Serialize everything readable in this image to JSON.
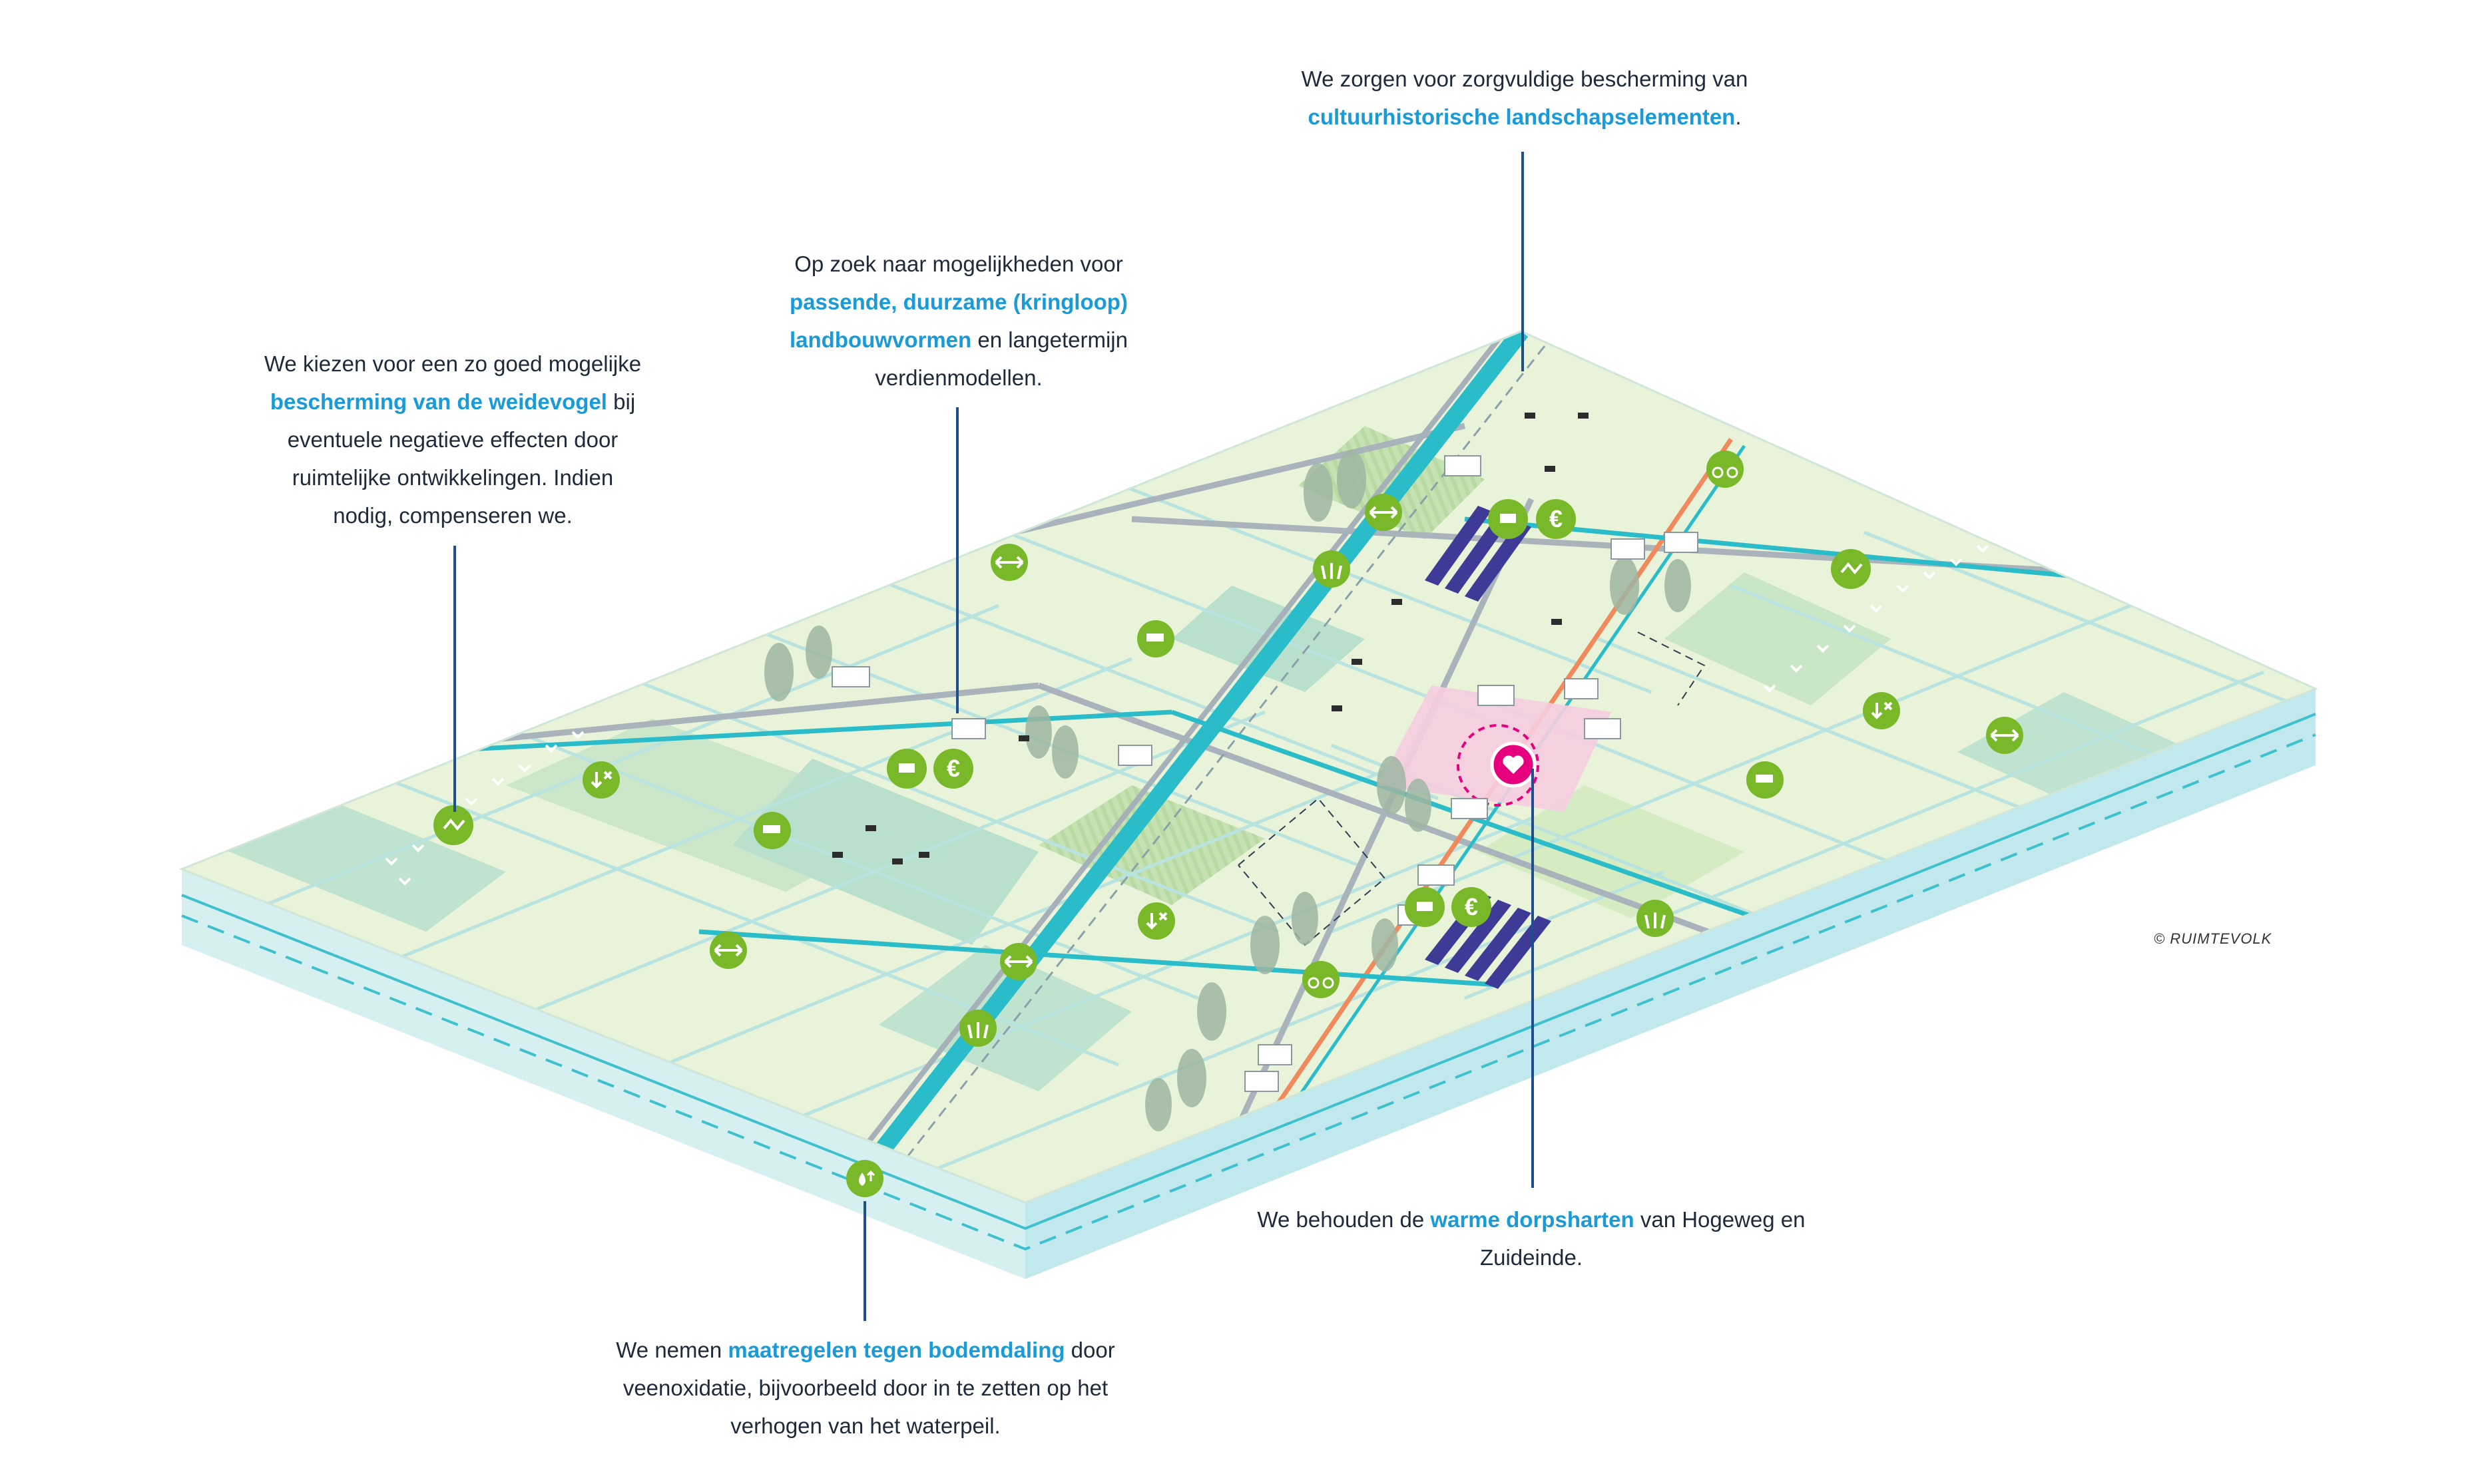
{
  "annotations": {
    "top": {
      "pre": "We zorgen voor zorgvuldige bescherming van",
      "hl": "cultuurhistorische landschapselementen",
      "post": "."
    },
    "farming": {
      "pre": "Op zoek naar mogelijkheden voor",
      "hl1": "passende, duurzame (kringloop)",
      "hl2": "landbouwvormen",
      "post1": " en langetermijn",
      "post2": "verdienmodellen."
    },
    "birds": {
      "pre": "We kiezen voor een zo goed mogelijke",
      "hl": "bescherming van de weidevogel",
      "post1": " bij",
      "l3": "eventuele negatieve effecten door",
      "l4": "ruimtelijke ontwikkelingen. Indien",
      "l5": "nodig, compenseren  we."
    },
    "village": {
      "pre": "We behouden de ",
      "hl": "warme dorpsharten",
      "post1": " van Hogeweg en",
      "post2": "Zuideinde."
    },
    "water": {
      "pre": "We nemen ",
      "hl": "maatregelen tegen bodemdaling",
      "post1": " door",
      "l2": "veenoxidatie, bijvoorbeeld door in te zetten op het",
      "l3": "verhogen van het waterpeil."
    }
  },
  "credit": "© RUIMTEVOLK",
  "colors": {
    "field": "#e6f2d6",
    "field_dark": "#c9e3c0",
    "water": "#2bbcc9",
    "icon": "#79b829",
    "heart": "#e6007e",
    "leader": "#1f4e8c",
    "highlight": "#1a9bd7",
    "road": "#a7b0b8"
  },
  "icons": [
    "arrows-icon",
    "cow-icon",
    "euro-icon",
    "bird-icon",
    "arrow-down-x-icon",
    "grass-icon",
    "bike-icon",
    "heart-icon",
    "water-drop-icon",
    "solar-panel-icon"
  ]
}
